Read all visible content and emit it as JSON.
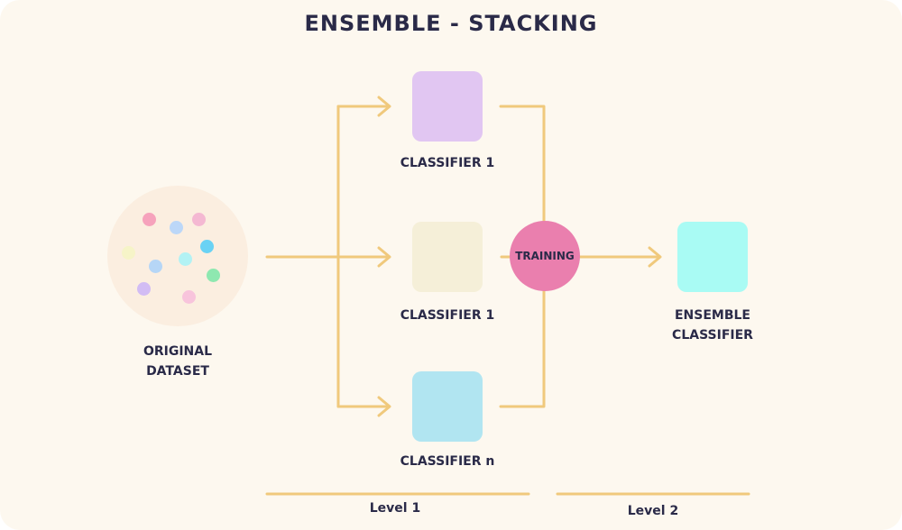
{
  "title": "ENSEMBLE - STACKING",
  "dataset": {
    "label_line1": "ORIGINAL",
    "label_line2": "DATASET"
  },
  "classifiers": [
    {
      "label": "CLASSIFIER 1",
      "color": "#e1c6f2"
    },
    {
      "label": "CLASSIFIER 1",
      "color": "#f5efd8"
    },
    {
      "label": "CLASSIFIER n",
      "color": "#b1e5f1"
    }
  ],
  "training": {
    "label": "TRAINING",
    "color": "#ea7fae"
  },
  "ensemble": {
    "label_line1": "ENSEMBLE",
    "label_line2": "CLASSIFIER",
    "color": "#a9fbf4"
  },
  "levels": {
    "level1": "Level 1",
    "level2": "Level 2"
  },
  "colors": {
    "background": "#fdf8ef",
    "connector": "#f0c97c",
    "text": "#2a2a48"
  }
}
